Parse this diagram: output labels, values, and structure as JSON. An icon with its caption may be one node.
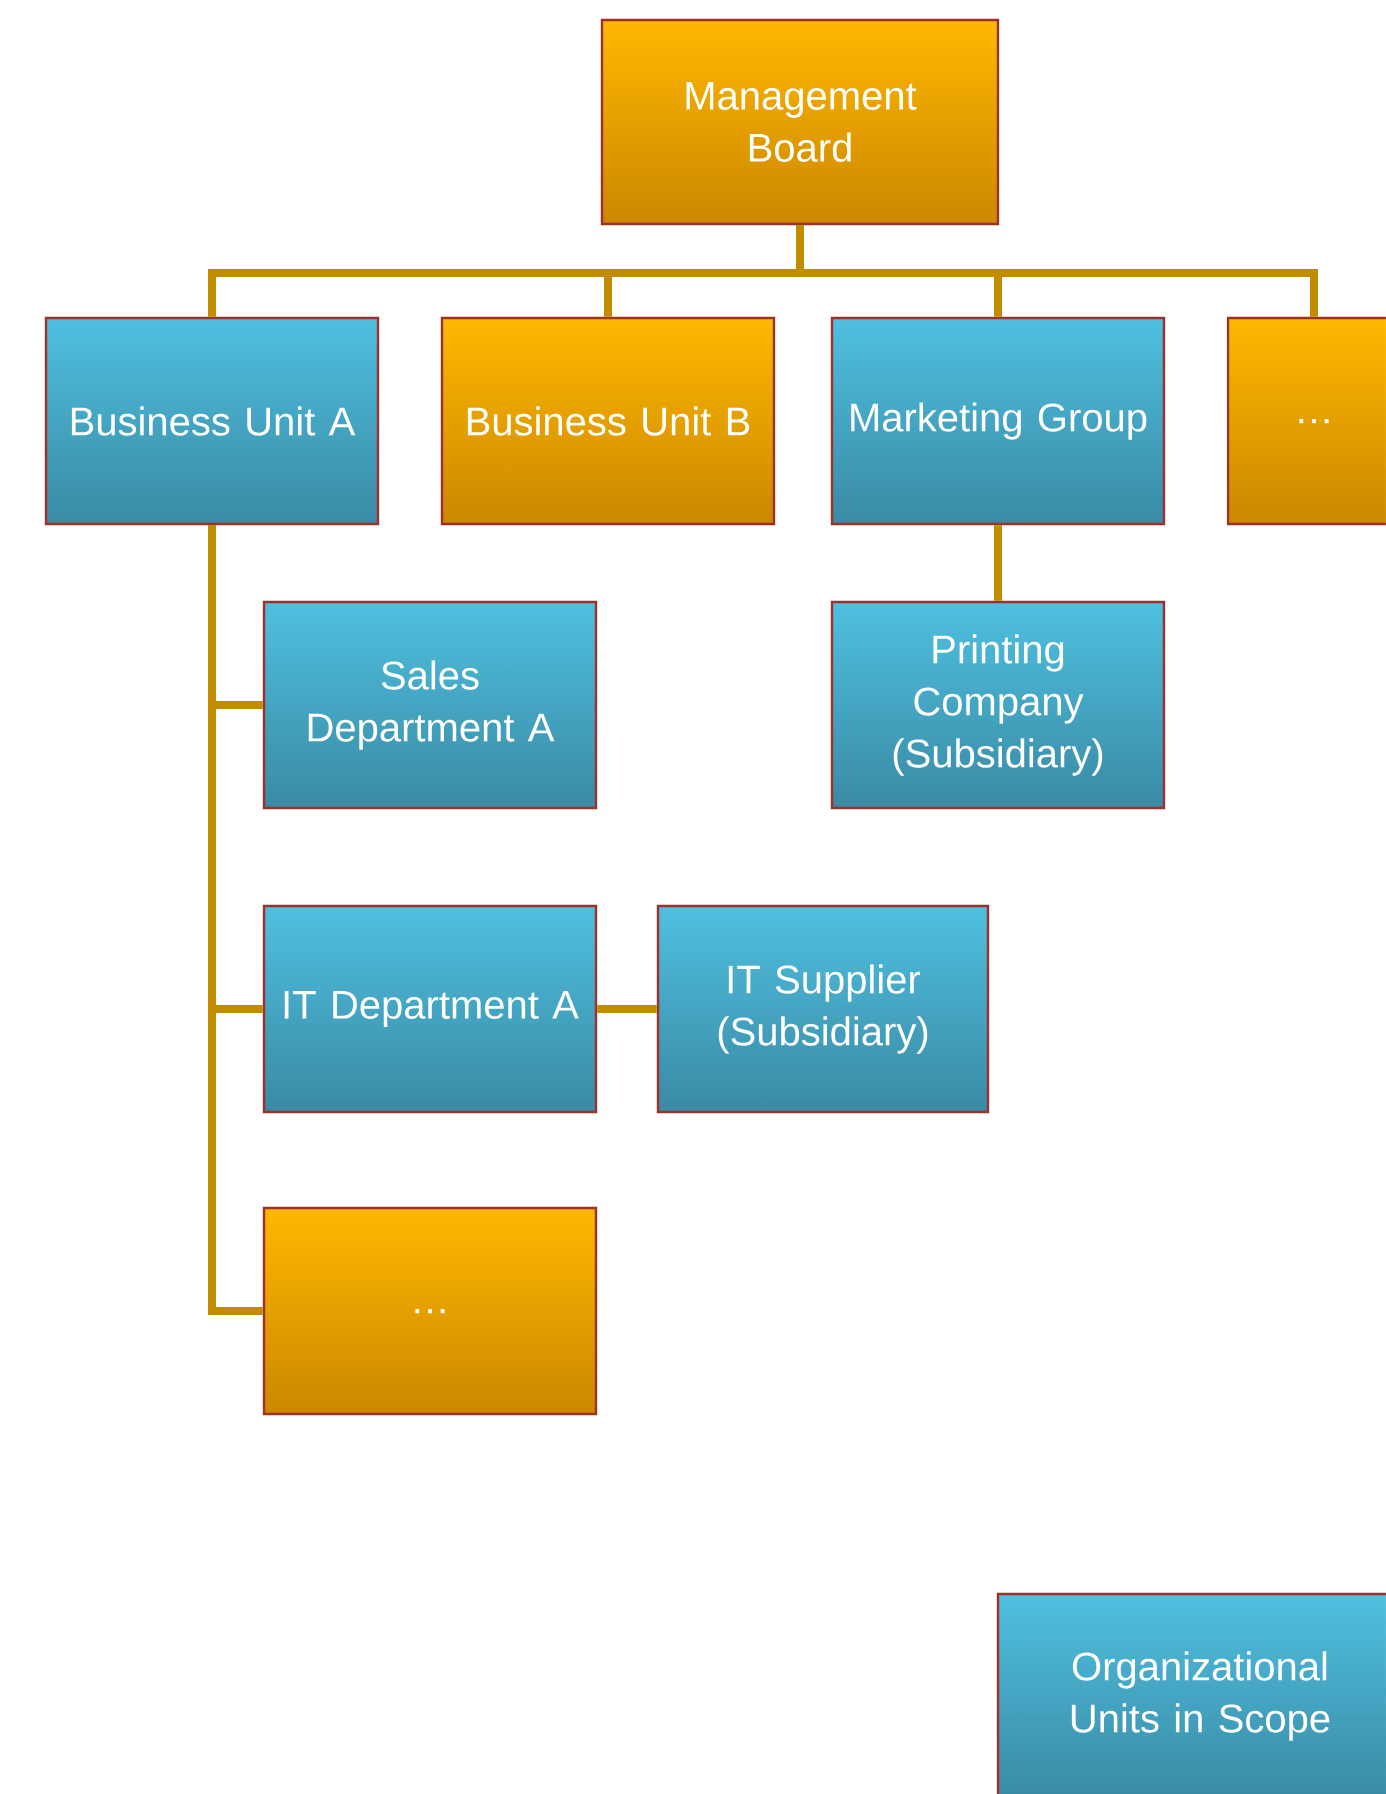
{
  "diagram": {
    "nodes": [
      {
        "text": [
          "Management Board"
        ]
      },
      {
        "text": [
          "Business Unit A"
        ]
      },
      {
        "text": [
          "Business Unit B"
        ]
      },
      {
        "text": [
          "Marketing Group"
        ]
      },
      {
        "text": [
          "…"
        ]
      },
      {
        "text": [
          "Sales Department A"
        ]
      },
      {
        "text": [
          "Printing Company (Subsidiary)"
        ]
      },
      {
        "text": [
          "IT Department A"
        ]
      },
      {
        "text": [
          "IT Supplier (Subsidiary)"
        ]
      },
      {
        "text": [
          "…"
        ]
      },
      {
        "text": [
          "Organizational Units in Scope"
        ]
      }
    ],
    "edges": [
      {
        "from": 0,
        "to": 1,
        "arrow": "none"
      },
      {
        "from": 0,
        "to": 2,
        "arrow": "none"
      },
      {
        "from": 0,
        "to": 3,
        "arrow": "none"
      },
      {
        "from": 0,
        "to": 4,
        "arrow": "none"
      },
      {
        "from": 1,
        "to": 5,
        "arrow": "none"
      },
      {
        "from": 1,
        "to": 7,
        "arrow": "none"
      },
      {
        "from": 1,
        "to": 9,
        "arrow": "none"
      },
      {
        "from": 3,
        "to": 6,
        "arrow": "none"
      },
      {
        "from": 7,
        "to": 8,
        "arrow": "none"
      }
    ]
  }
}
